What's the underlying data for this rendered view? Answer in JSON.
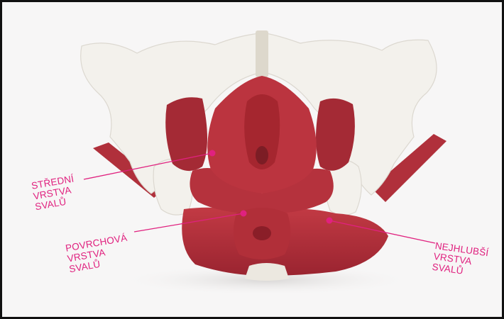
{
  "labels": {
    "middle": {
      "line1": "STŘEDNÍ",
      "line2": "VRSTVA",
      "line3": "SVALŮ"
    },
    "superficial": {
      "line1": "POVRCHOVÁ",
      "line2": "VRSTVA",
      "line3": "SVALŮ"
    },
    "deepest": {
      "line1": "NEJHLUBŠÍ",
      "line2": "VRSTVA",
      "line3": "SVALŮ"
    }
  },
  "colors": {
    "accent": "#e0217f",
    "muscle": "#b8303a",
    "bone": "#f3f1ec",
    "frame": "#111111"
  }
}
